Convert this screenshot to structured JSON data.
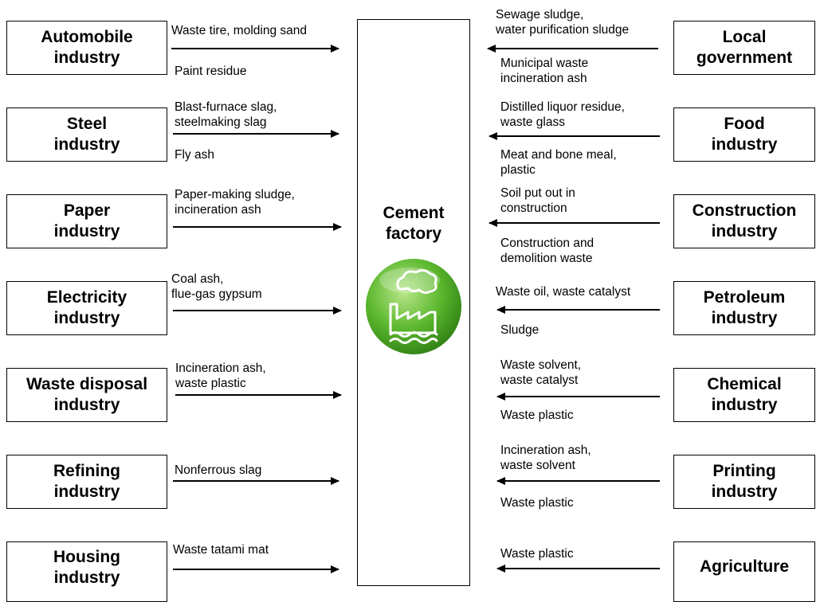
{
  "center": {
    "title": "Cement\nfactory",
    "icon": "factory-smoke-icon",
    "color": "#5cb82e"
  },
  "left": [
    {
      "industry": "Automobile\nindustry",
      "waste": [
        "Waste tire, molding sand",
        "Paint residue"
      ]
    },
    {
      "industry": "Steel\nindustry",
      "waste": [
        "Blast-furnace slag,\nsteelmaking slag",
        "Fly ash"
      ]
    },
    {
      "industry": "Paper\nindustry",
      "waste": [
        "Paper-making sludge,\nincineration ash"
      ]
    },
    {
      "industry": "Electricity\nindustry",
      "waste": [
        "Coal ash,\nflue-gas gypsum"
      ]
    },
    {
      "industry": "Waste disposal\nindustry",
      "waste": [
        "Incineration ash,\nwaste plastic"
      ]
    },
    {
      "industry": "Refining\nindustry",
      "waste": [
        "Nonferrous slag"
      ]
    },
    {
      "industry": "Housing\nindustry",
      "waste": [
        "Waste tatami mat"
      ]
    }
  ],
  "right": [
    {
      "industry": "Local\ngovernment",
      "waste": [
        "Sewage sludge,\nwater purification sludge",
        "Municipal waste\nincineration ash"
      ]
    },
    {
      "industry": "Food\nindustry",
      "waste": [
        "Distilled liquor residue,\nwaste glass",
        "Meat and bone meal,\nplastic"
      ]
    },
    {
      "industry": "Construction\nindustry",
      "waste": [
        "Soil put out in\nconstruction",
        "Construction and\ndemolition waste"
      ]
    },
    {
      "industry": "Petroleum\nindustry",
      "waste": [
        "Waste oil, waste catalyst",
        "Sludge"
      ]
    },
    {
      "industry": "Chemical\nindustry",
      "waste": [
        "Waste solvent,\nwaste catalyst",
        "Waste plastic"
      ]
    },
    {
      "industry": "Printing\nindustry",
      "waste": [
        "Incineration ash,\nwaste solvent",
        "Waste plastic"
      ]
    },
    {
      "industry": "Agriculture",
      "waste": [
        "Waste plastic"
      ]
    }
  ]
}
